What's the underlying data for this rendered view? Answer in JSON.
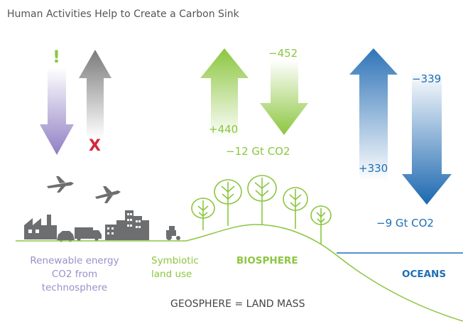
{
  "title": "Human Activities Help to Create a Carbon Sink",
  "marks": {
    "exclaim": "!",
    "cross": "X"
  },
  "biosphere": {
    "uptake": "+440",
    "release": "−452",
    "net": "−12 Gt CO2",
    "label": "BIOSPHERE"
  },
  "oceans": {
    "uptake": "+330",
    "release": "−339",
    "net": "−9 Gt CO2",
    "label": "OCEANS"
  },
  "labels": {
    "renewable_line1": "Renewable energy",
    "renewable_line2": "CO2 from",
    "renewable_line3": "technosphere",
    "symbiotic_line1": "Symbiotic",
    "symbiotic_line2": "land use",
    "geosphere": "GEOSPHERE = LAND MASS"
  },
  "colors": {
    "purple": "#9b8fc9",
    "gray": "#7a7a7a",
    "green": "#8cc63f",
    "blue": "#1f6fb5",
    "red": "#d7263d",
    "dark": "#6d6e70"
  }
}
